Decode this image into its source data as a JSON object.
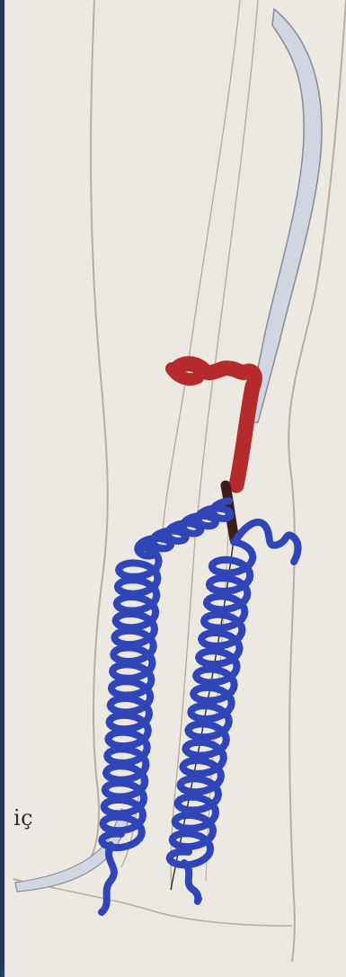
{
  "caption": {
    "text": "iç"
  },
  "colors": {
    "paper": "#ece9e3",
    "limb_outline": "#b9ae9c",
    "inner_line": "#b7aea0",
    "vessel_fill": "#d2d6e0",
    "vessel_outline": "#8b8f9c",
    "clot_red": "#b52a2a",
    "clot_dark": "#3c1d1d",
    "varicose_blue": "#2f45b8",
    "frame": "#23305c"
  },
  "figure": {
    "type": "leg-vein-illustration",
    "marks": [
      "vessel",
      "red-thrombus",
      "blue-varicose-coils"
    ]
  }
}
